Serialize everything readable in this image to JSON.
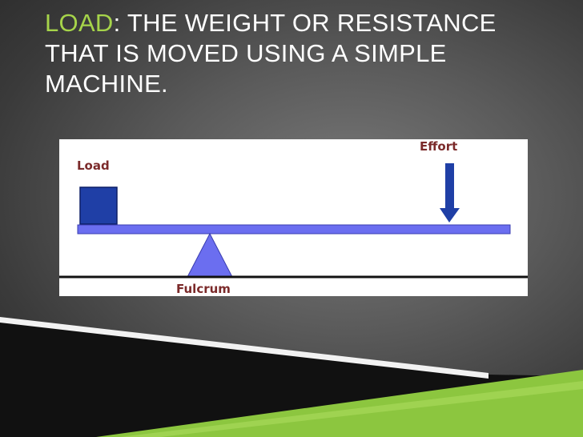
{
  "slide": {
    "term": "LOAD",
    "definition_line1": ":  THE WEIGHT OR RESISTANCE",
    "definition_line2": "THAT IS MOVED USING A SIMPLE",
    "definition_line3": "MACHINE."
  },
  "diagram": {
    "load_label": "Load",
    "effort_label": "Effort",
    "fulcrum_label": "Fulcrum",
    "colors": {
      "load_box": "#1f3fa6",
      "lever": "#6b6ef0",
      "fulcrum": "#6b6ef0",
      "arrow": "#1f3fa6",
      "label": "#7b2a2a",
      "accent_green": "#8cc63f"
    }
  }
}
